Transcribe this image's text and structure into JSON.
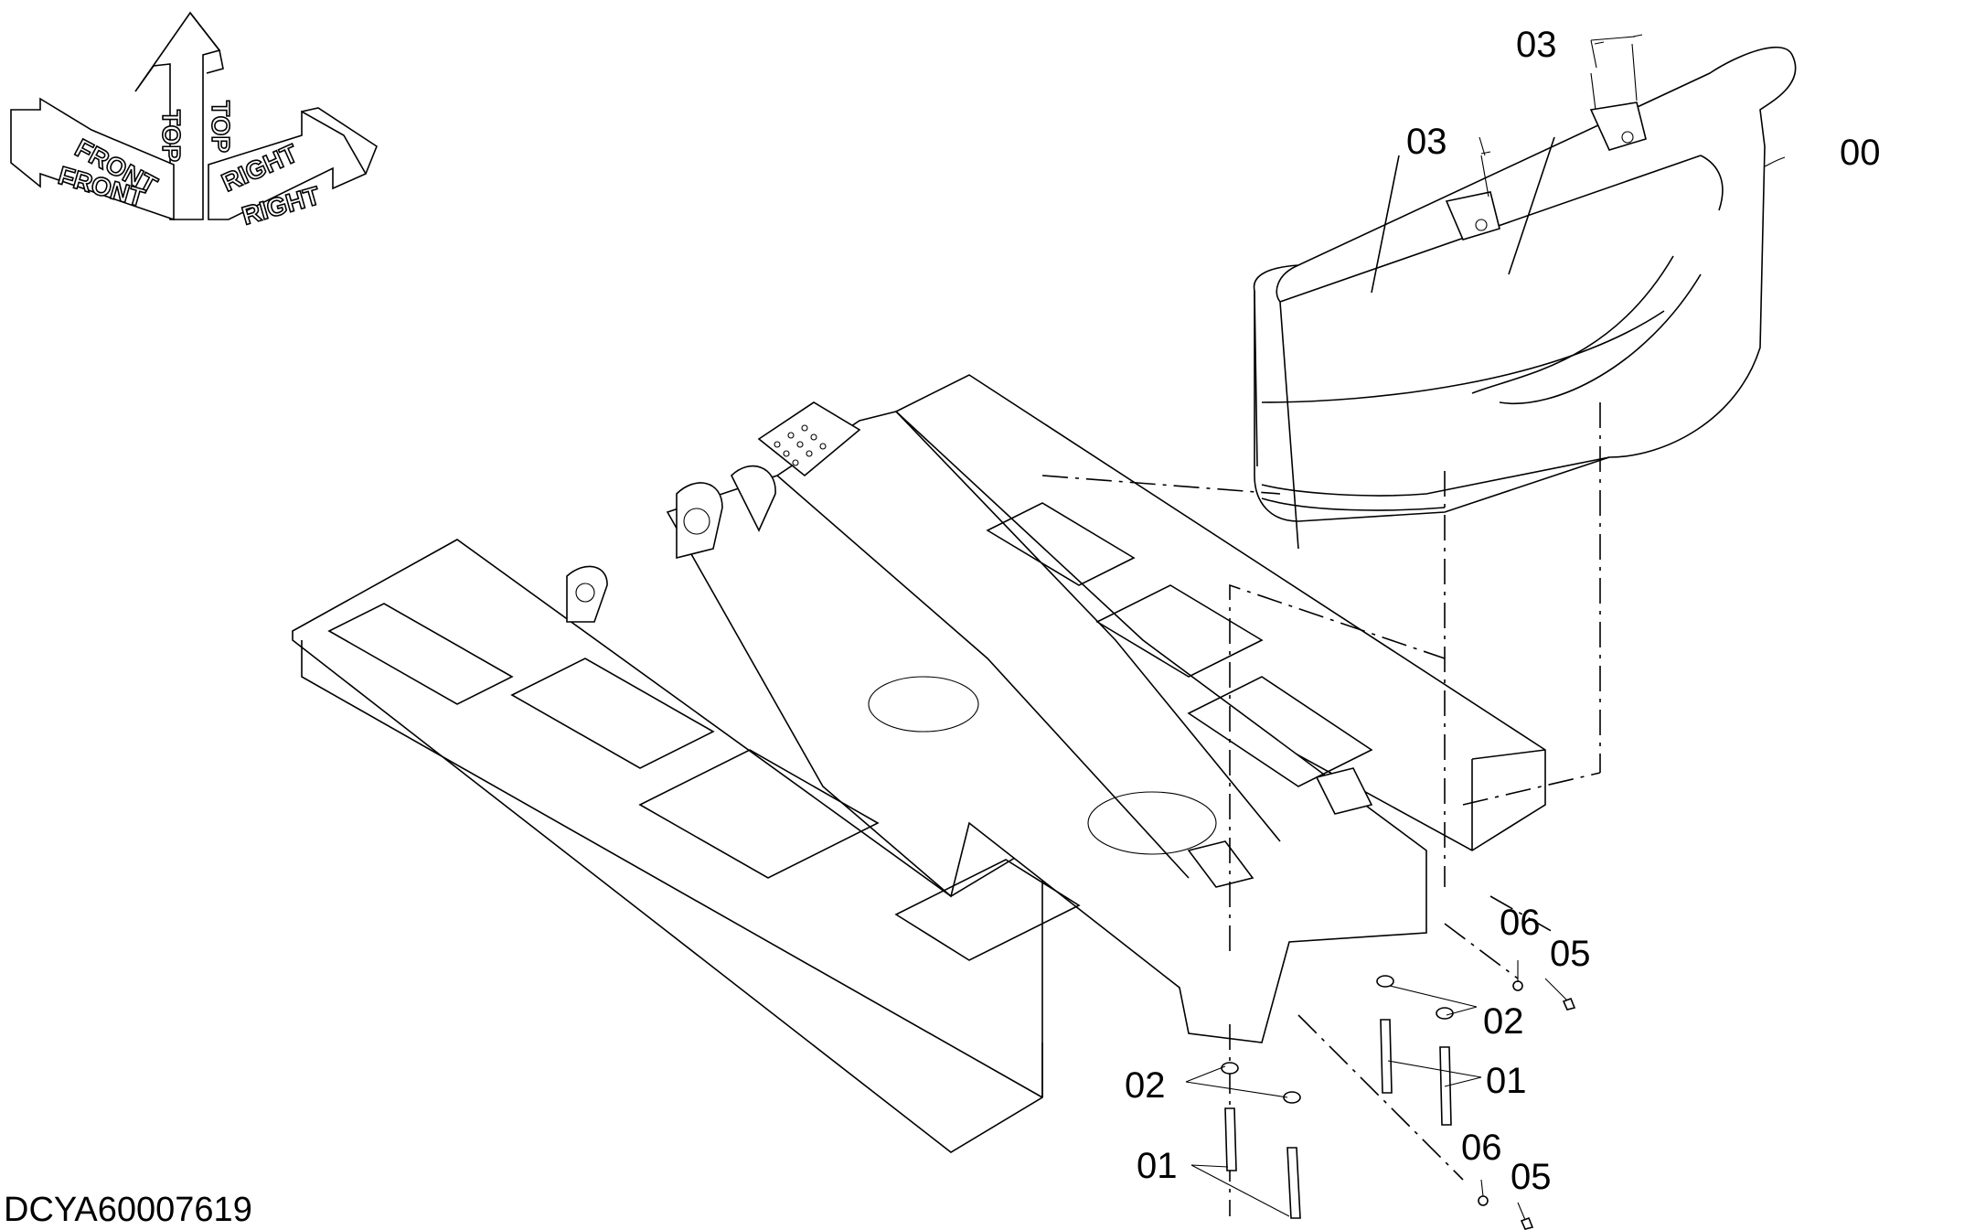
{
  "orientation": {
    "top_label": "TOP",
    "front_label": "FRONT",
    "right_label": "RIGHT"
  },
  "callouts": {
    "c00": "00",
    "c01": "01",
    "c02": "02",
    "c03": "03",
    "c05": "05",
    "c06": "06"
  },
  "document_id": "DCYA60007619"
}
